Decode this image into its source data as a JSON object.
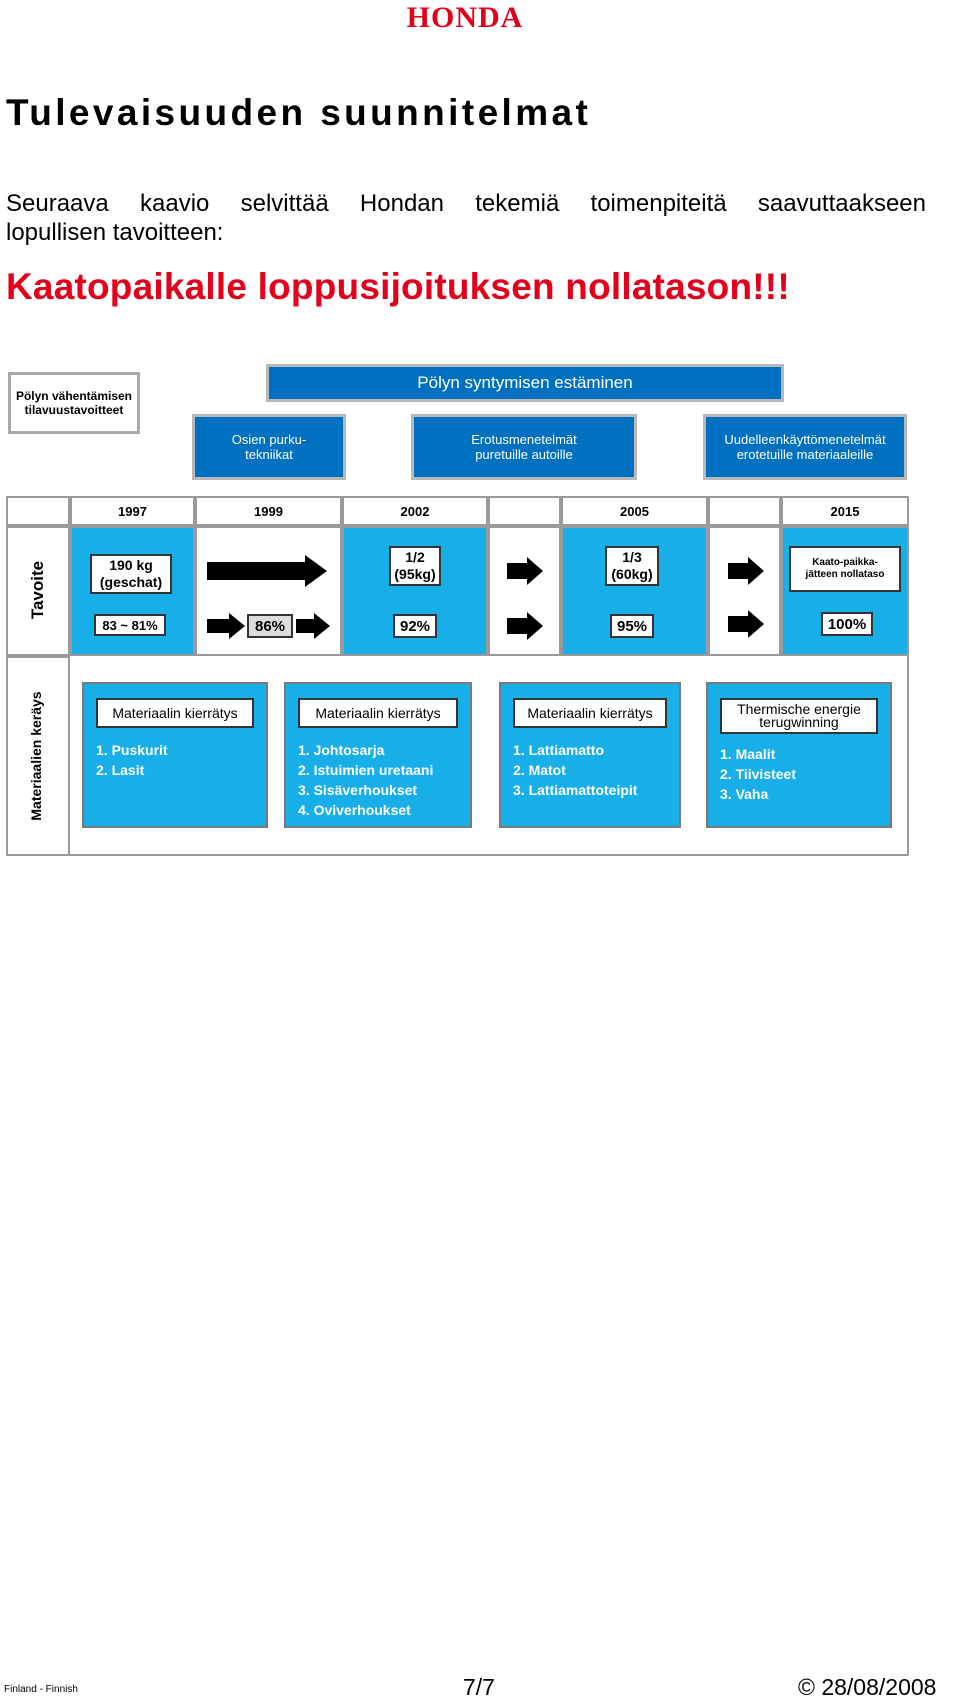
{
  "brand": {
    "logo_text": "HONDA",
    "color": "#e2001a"
  },
  "page": {
    "title": "Tulevaisuuden suunnitelmat",
    "intro_line1": "Seuraava kaavio selvittää Hondan tekemiä toimenpiteitä saavuttaakseen",
    "intro_line2": "lopullisen tavoitteen:",
    "headline": "Kaatopaikalle loppusijoituksen nollatason!!!"
  },
  "diagram": {
    "top_left_label": "Pölyn vähentämisen tilavuustavoitteet",
    "top_bar": "Pölyn syntymisen estäminen",
    "methods": [
      "Osien purku-tekniikat",
      "Erotusmenetelmät puretuille autoille",
      "Uudelleenkäyttömenetelmät erotetuille materiaaleille"
    ],
    "years": [
      "1997",
      "1999",
      "2002",
      "2005",
      "2015"
    ],
    "row_label_goal": "Tavoite",
    "row_label_collection": "Materiaalien keräys",
    "goals": {
      "g1997": "190 kg (geschat)",
      "g2002": "1/2 (95kg)",
      "g2005": "1/3 (60kg)",
      "g2015": "Kaato-paikka-jätteen nollataso"
    },
    "rates": {
      "r1997": "83 ~ 81%",
      "r1999": "86%",
      "r2002": "92%",
      "r2005": "95%",
      "r2015": "100%"
    },
    "materials": [
      {
        "heading": "Materiaalin kierrätys",
        "items": [
          "1. Puskurit",
          "2. Lasit"
        ]
      },
      {
        "heading": "Materiaalin kierrätys",
        "items": [
          "1. Johtosarja",
          "2. Istuimien uretaani",
          "3. Sisäverhoukset",
          "4. Oviverhoukset"
        ]
      },
      {
        "heading": "Materiaalin kierrätys",
        "items": [
          "1. Lattiamatto",
          "2. Matot",
          "3. Lattiamattoteipit"
        ]
      },
      {
        "heading": "Thermische energie terugwinning",
        "items": [
          "1. Maalit",
          "2. Tiivisteet",
          "3. Vaha"
        ]
      }
    ]
  },
  "footer": {
    "left": "Finland - Finnish",
    "page": "7/7",
    "date": "© 28/08/2008"
  }
}
